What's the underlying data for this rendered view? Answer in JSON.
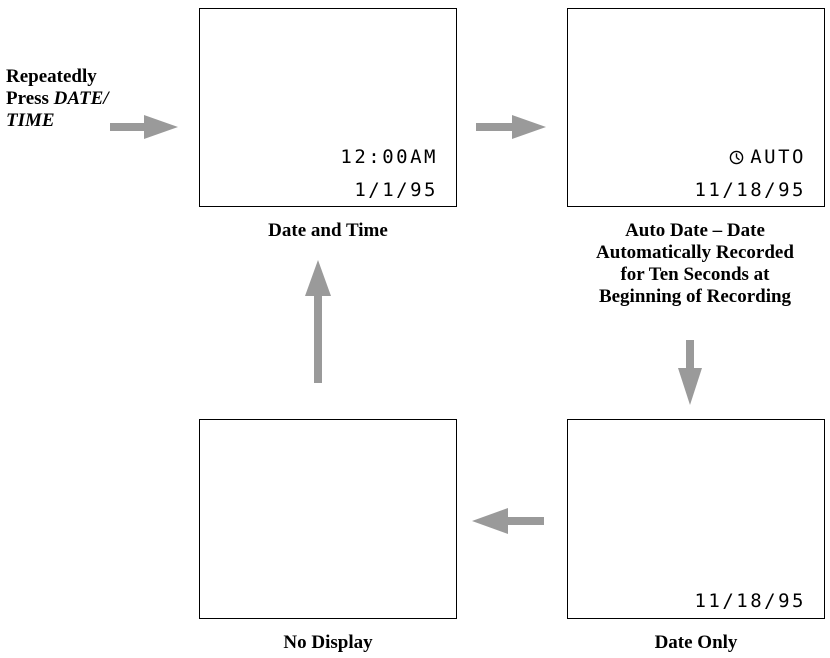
{
  "instruction": {
    "line1": "Repeatedly",
    "line2_prefix": "Press ",
    "line2_italic": "DATE/",
    "line3_italic": "TIME"
  },
  "screens": {
    "date_and_time": {
      "time": "12:00AM",
      "date": "1/1/95",
      "caption": "Date and Time"
    },
    "auto_date": {
      "icon": "clock-icon",
      "mode": "AUTO",
      "date": "11/18/95",
      "caption_lines": [
        "Auto Date – Date",
        "Automatically Recorded",
        "for Ten Seconds at",
        "Beginning of Recording"
      ]
    },
    "date_only": {
      "date": "11/18/95",
      "caption": "Date Only"
    },
    "no_display": {
      "caption": "No Display"
    }
  },
  "colors": {
    "arrow": "#9a9a9a",
    "border": "#000000"
  }
}
